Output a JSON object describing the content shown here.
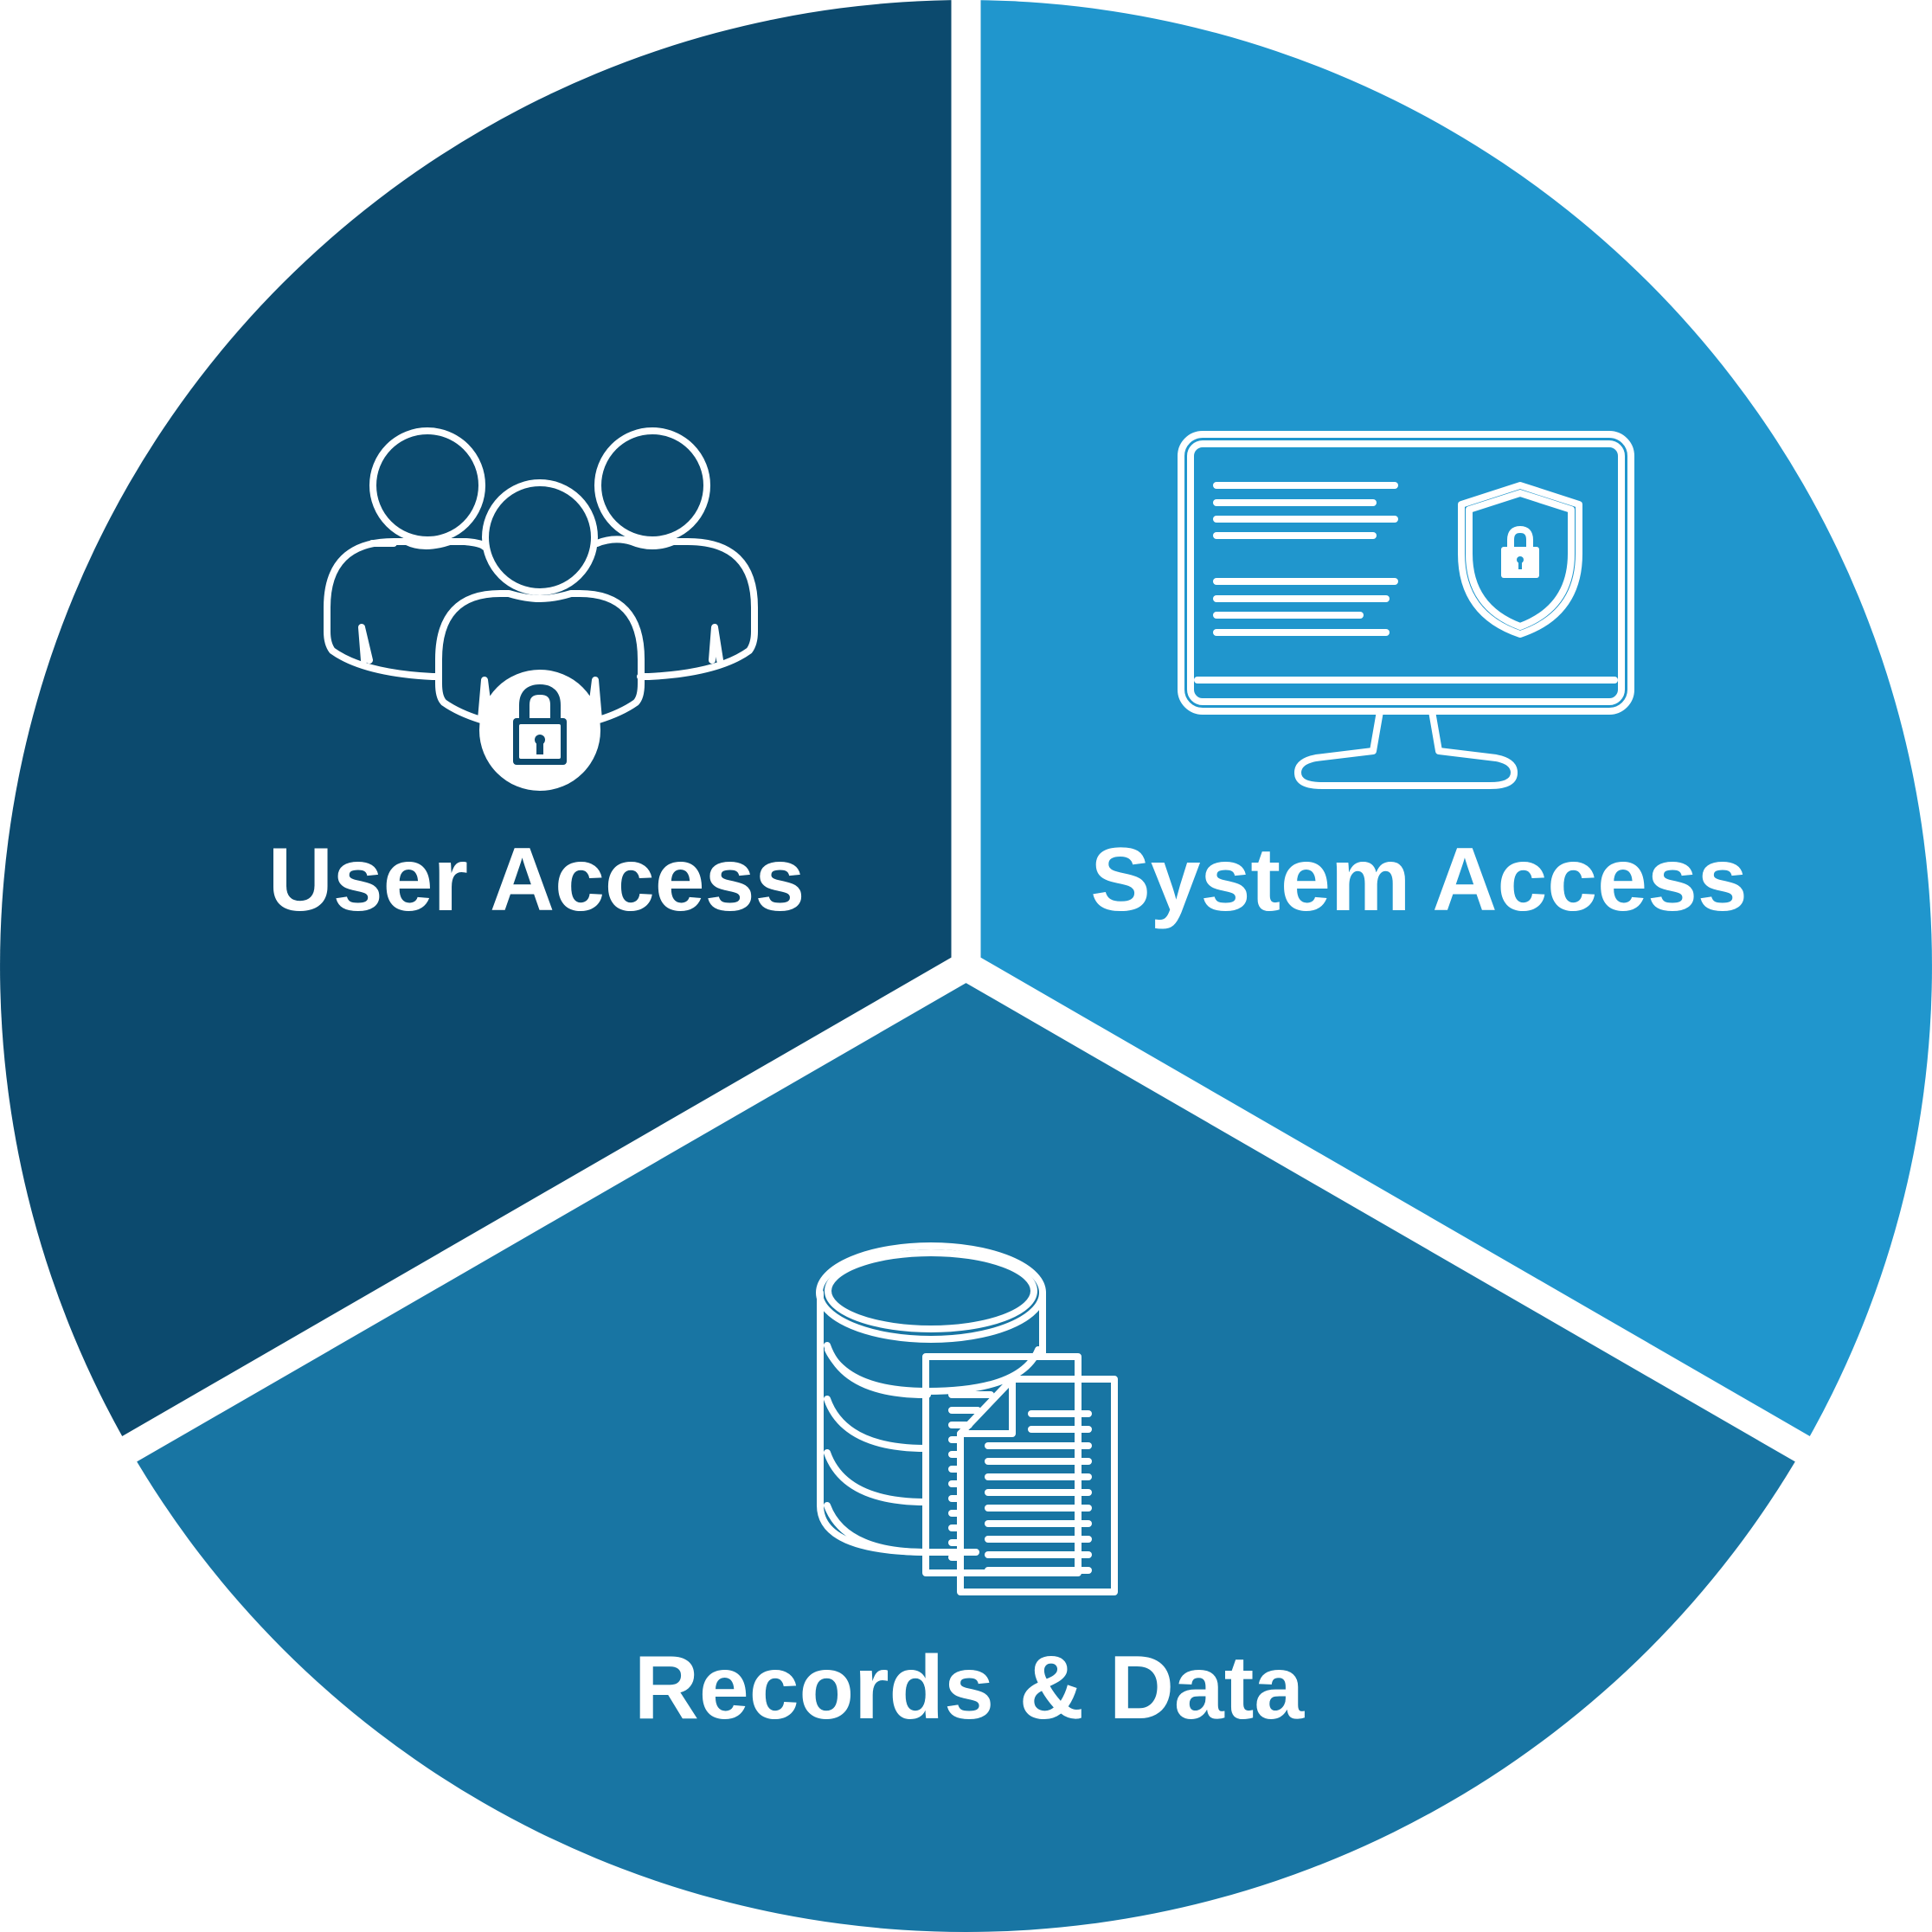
{
  "segments": [
    {
      "id": "user-access",
      "label": "User Access",
      "color": "#0c4a6e",
      "icon": "users-lock-icon"
    },
    {
      "id": "system-access",
      "label": "System Access",
      "color": "#2096cd",
      "icon": "monitor-shield-icon"
    },
    {
      "id": "records-data",
      "label": "Records & Data",
      "color": "#1875a3",
      "icon": "database-documents-icon"
    }
  ],
  "divider_color": "#ffffff"
}
